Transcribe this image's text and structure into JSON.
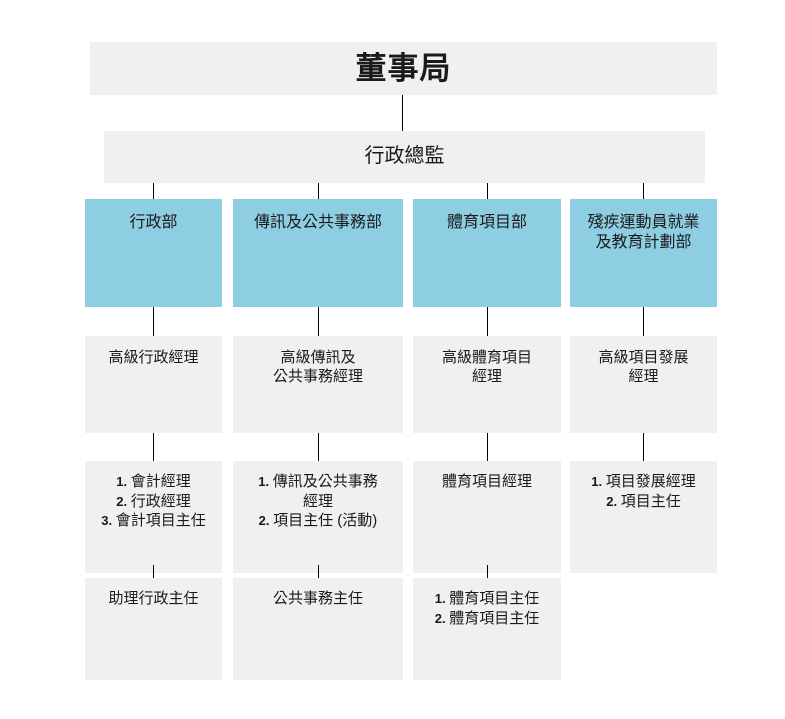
{
  "chart": {
    "title": "董事局",
    "type": "org-chart",
    "colors": {
      "department_fill": "#8ecee3",
      "node_fill": "#f0f0f0",
      "text": "#1a1a1a",
      "connector": "#000000",
      "background": "#ffffff"
    },
    "root": {
      "label": "董事局"
    },
    "director": {
      "label": "行政總監"
    },
    "columns": [
      {
        "department": "行政部",
        "senior": "高級行政經理",
        "managers": [
          {
            "num": "1.",
            "label": "會計經理"
          },
          {
            "num": "2.",
            "label": "行政經理"
          },
          {
            "num": "3.",
            "label": "會計項目主任"
          }
        ],
        "officer": "助理行政主任"
      },
      {
        "department": "傳訊及公共事務部",
        "senior": "高級傳訊及\n公共事務經理",
        "managers": [
          {
            "num": "1.",
            "label": "傳訊及公共事務\n經理"
          },
          {
            "num": "2.",
            "label": "項目主任 (活動)"
          }
        ],
        "officer": "公共事務主任"
      },
      {
        "department": "體育項目部",
        "senior": "高級體育項目\n經理",
        "managers": [
          {
            "num": "",
            "label": "體育項目經理"
          }
        ],
        "officers": [
          {
            "num": "1.",
            "label": "體育項目主任"
          },
          {
            "num": "2.",
            "label": "體育項目主任"
          }
        ]
      },
      {
        "department": "殘疾運動員就業\n及教育計劃部",
        "senior": "高級項目發展\n經理",
        "managers": [
          {
            "num": "1.",
            "label": "項目發展經理"
          },
          {
            "num": "2.",
            "label": "項目主任"
          }
        ],
        "officer": ""
      }
    ]
  }
}
